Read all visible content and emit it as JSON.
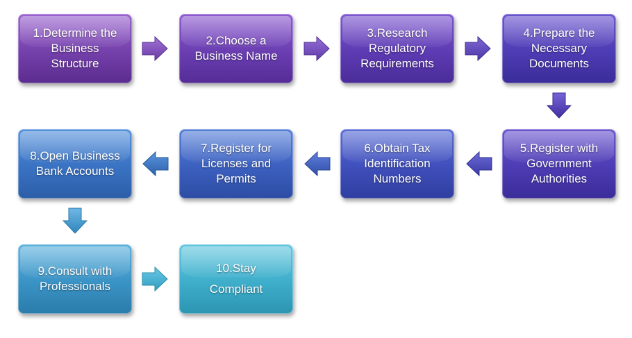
{
  "steps": [
    {
      "lines": [
        "1.Determine the",
        "Business",
        "Structure"
      ]
    },
    {
      "lines": [
        "2.Choose a",
        "Business Name"
      ]
    },
    {
      "lines": [
        "3.Research",
        "Regulatory",
        "Requirements"
      ]
    },
    {
      "lines": [
        "4.Prepare the",
        "Necessary",
        "Documents"
      ]
    },
    {
      "lines": [
        "5.Register with",
        "Government",
        "Authorities"
      ]
    },
    {
      "lines": [
        "6.Obtain Tax",
        "Identification",
        "Numbers"
      ]
    },
    {
      "lines": [
        "7.Register for",
        "Licenses and",
        "Permits"
      ]
    },
    {
      "lines": [
        "8.Open Business",
        "Bank Accounts"
      ]
    },
    {
      "lines": [
        "9.Consult with",
        "Professionals"
      ]
    },
    {
      "lines": [
        "10.Stay",
        "Compliant"
      ]
    }
  ]
}
